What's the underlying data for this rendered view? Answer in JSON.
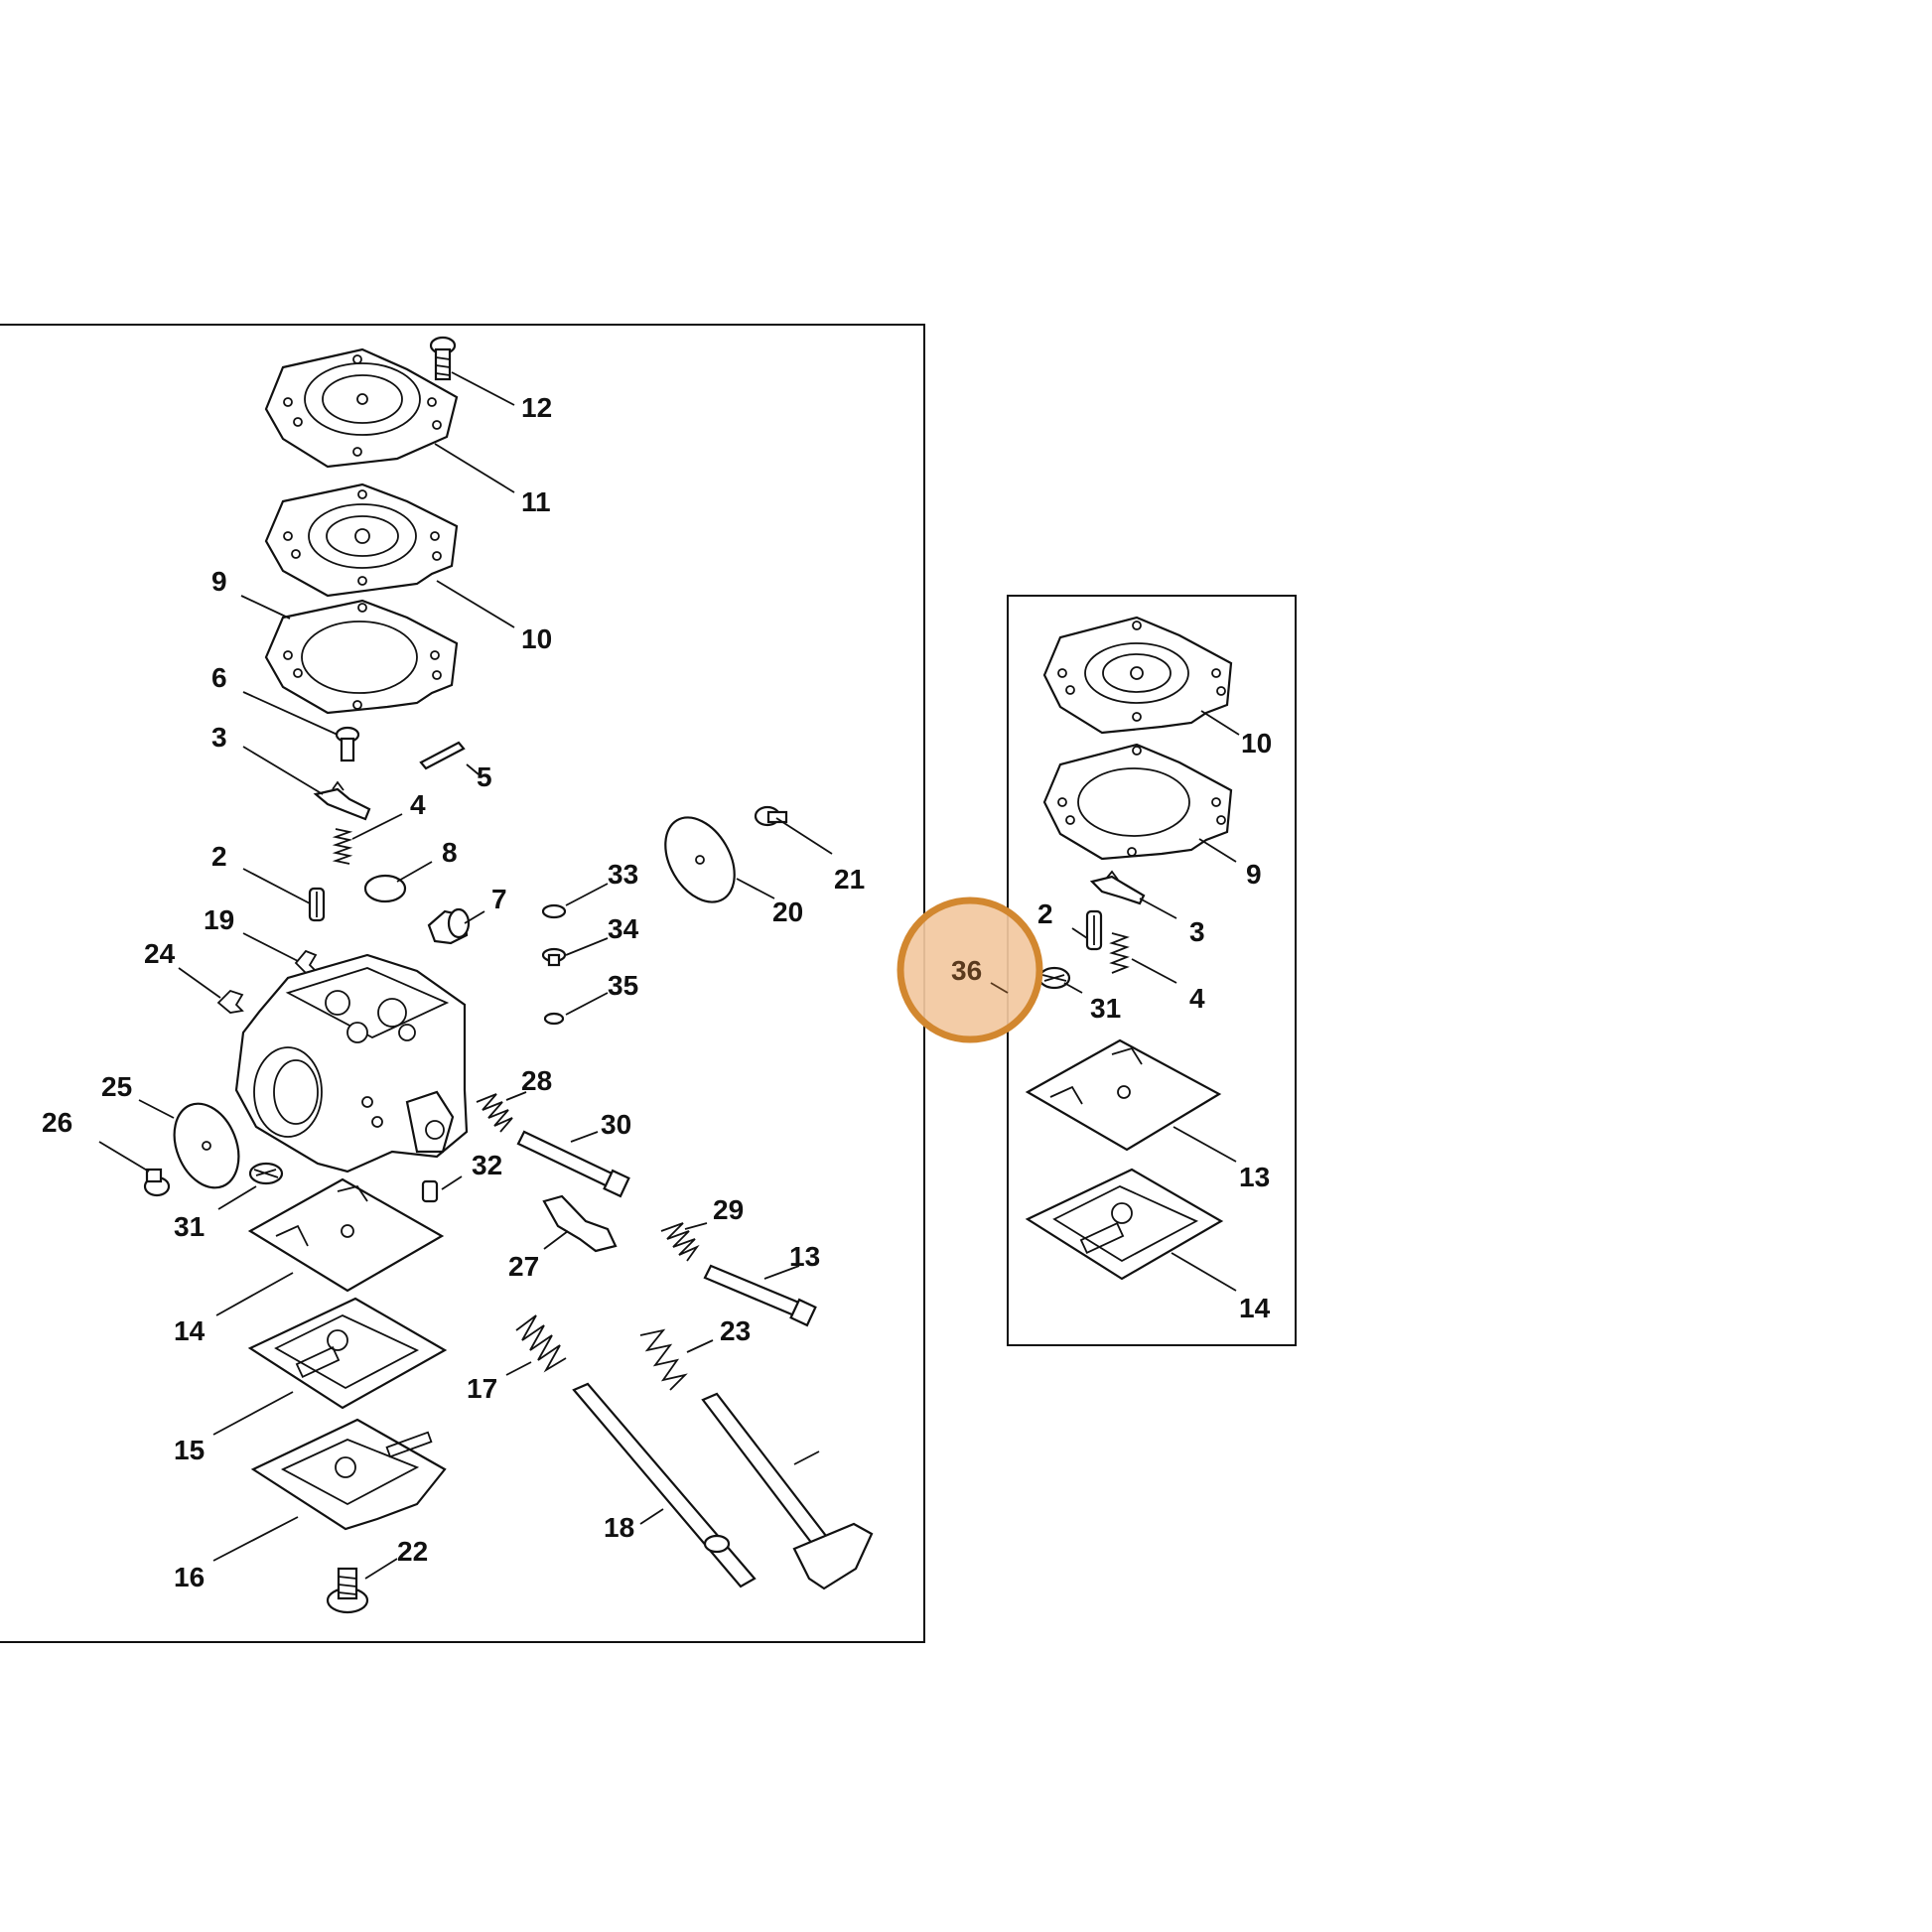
{
  "diagram": {
    "main_panel": {
      "callouts": [
        "12",
        "11",
        "10",
        "9",
        "6",
        "3",
        "5",
        "4",
        "2",
        "8",
        "7",
        "19",
        "24",
        "33",
        "34",
        "35",
        "20",
        "21",
        "25",
        "26",
        "31",
        "28",
        "30",
        "32",
        "27",
        "29",
        "13",
        "14",
        "15",
        "16",
        "22",
        "17",
        "23",
        "18"
      ]
    },
    "kit_panel": {
      "callouts": [
        "10",
        "9",
        "2",
        "3",
        "31",
        "4",
        "13",
        "14"
      ]
    },
    "highlight": {
      "label": "36",
      "fill_color": "#f2c8a0",
      "ring_color": "#d2872f"
    }
  }
}
